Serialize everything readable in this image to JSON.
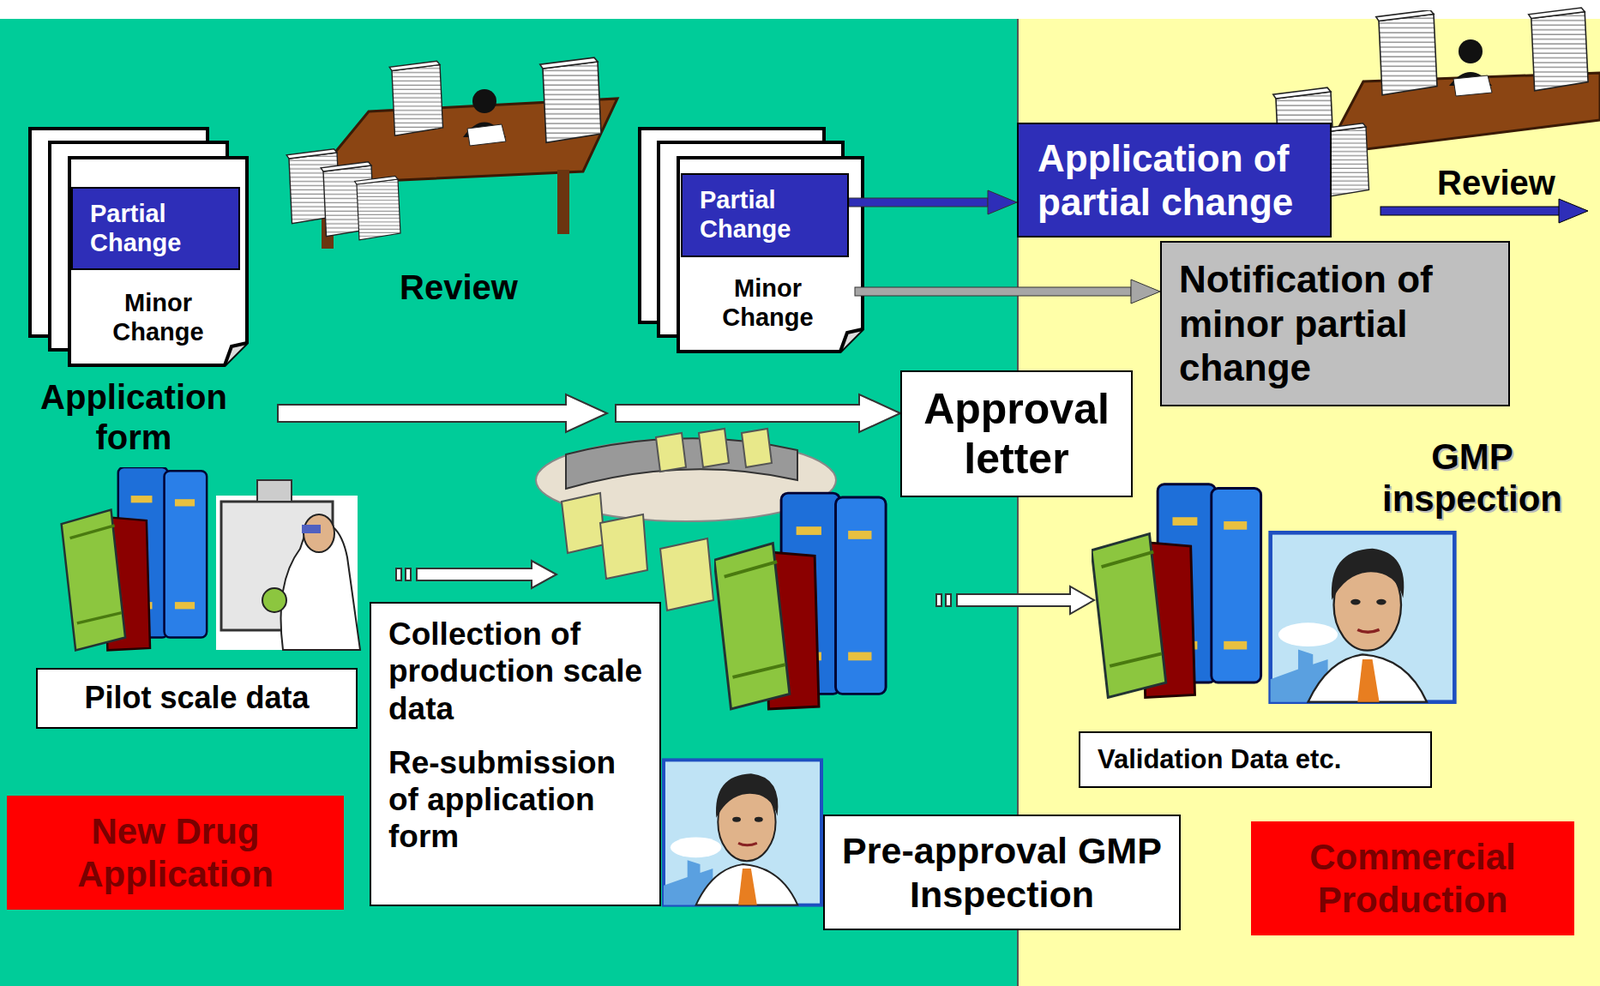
{
  "diagram": {
    "nodes": [
      {
        "text": [
          "Partial Change"
        ]
      },
      {
        "text": [
          "Minor Change"
        ]
      },
      {
        "text": [
          "Partial Change"
        ]
      },
      {
        "text": [
          "Minor Change"
        ]
      },
      {
        "text": [
          "Application of partial change"
        ]
      },
      {
        "text": [
          "Notification of minor partial change"
        ]
      },
      {
        "text": [
          "Approval letter"
        ]
      },
      {
        "text": [
          "Pilot scale data"
        ]
      },
      {
        "text": [
          "Collection of production scale data",
          "Re-submission of application form"
        ]
      },
      {
        "text": [
          "Pre-approval GMP Inspection"
        ]
      },
      {
        "text": [
          "Validation Data etc."
        ]
      },
      {
        "text": [
          "New Drug Application"
        ]
      },
      {
        "text": [
          "Commercial Production"
        ]
      }
    ],
    "edges": [
      {
        "from": 2,
        "to": 4,
        "arrow": "to"
      },
      {
        "from": 3,
        "to": 5,
        "arrow": "to"
      }
    ],
    "labels": [
      "Review",
      "Application form",
      "Review",
      "GMP inspection"
    ]
  }
}
